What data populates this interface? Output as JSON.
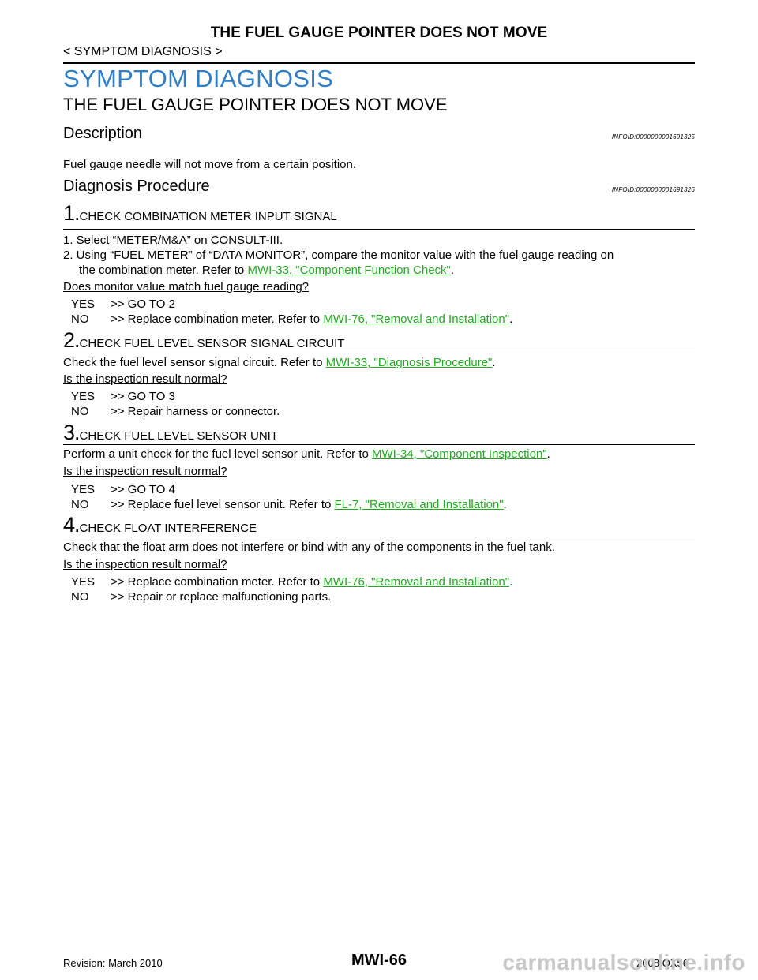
{
  "header": {
    "title": "THE FUEL GAUGE POINTER DOES NOT MOVE",
    "breadcrumb": "< SYMPTOM DIAGNOSIS >"
  },
  "section_title": "SYMPTOM DIAGNOSIS",
  "topic_title": "THE FUEL GAUGE POINTER DOES NOT MOVE",
  "description": {
    "heading": "Description",
    "infoid": "INFOID:0000000001691325",
    "text": "Fuel gauge needle will not move from a certain position."
  },
  "procedure": {
    "heading": "Diagnosis Procedure",
    "infoid": "INFOID:0000000001691326"
  },
  "step1": {
    "num": "1.",
    "title": "CHECK COMBINATION METER INPUT SIGNAL",
    "item1": "1. Select “METER/M&A” on CONSULT-III.",
    "item2_pre": "2. Using “FUEL METER” of “DATA MONITOR”, compare the monitor value with the fuel gauge reading on",
    "item2_cont": "the combination meter. Refer to ",
    "item2_link": "MWI-33, \"Component Function Check\"",
    "item2_end": ".",
    "question": "Does monitor value match fuel gauge reading?",
    "yes_key": "YES",
    "yes_text": ">> GO TO 2",
    "no_key": "NO",
    "no_text": ">> Replace combination meter. Refer to ",
    "no_link": "MWI-76, \"Removal and Installation\"",
    "no_end": "."
  },
  "step2": {
    "num": "2.",
    "title": "CHECK FUEL LEVEL SENSOR SIGNAL CIRCUIT",
    "text": "Check the fuel level sensor signal circuit. Refer to ",
    "link": "MWI-33, \"Diagnosis  Procedure\"",
    "end": ".",
    "question": "Is the inspection result normal?",
    "yes_key": "YES",
    "yes_text": ">> GO TO 3",
    "no_key": "NO",
    "no_text": ">> Repair harness or connector."
  },
  "step3": {
    "num": "3.",
    "title": "CHECK FUEL LEVEL SENSOR UNIT",
    "text": "Perform a unit check for the fuel level sensor unit. Refer to ",
    "link": "MWI-34, \"Component Inspection\"",
    "end": ".",
    "question": "Is the inspection result normal?",
    "yes_key": "YES",
    "yes_text": ">> GO TO 4",
    "no_key": "NO",
    "no_text": ">> Replace fuel level sensor unit. Refer to ",
    "no_link": "FL-7, \"Removal and Installation\"",
    "no_end": "."
  },
  "step4": {
    "num": "4.",
    "title": "CHECK FLOAT INTERFERENCE",
    "text": "Check that the float arm does not interfere or bind with any of the components in the fuel tank.",
    "question": "Is the inspection result normal?",
    "yes_key": "YES",
    "yes_text": ">> Replace combination meter. Refer to ",
    "yes_link": "MWI-76, \"Removal and Installation\"",
    "yes_end": ".",
    "no_key": "NO",
    "no_text": ">> Repair or replace malfunctioning parts."
  },
  "footer": {
    "revision": "Revision: March 2010",
    "page": "MWI-66",
    "model": "2008 QX56",
    "watermark": "carmanualsonline.info"
  }
}
